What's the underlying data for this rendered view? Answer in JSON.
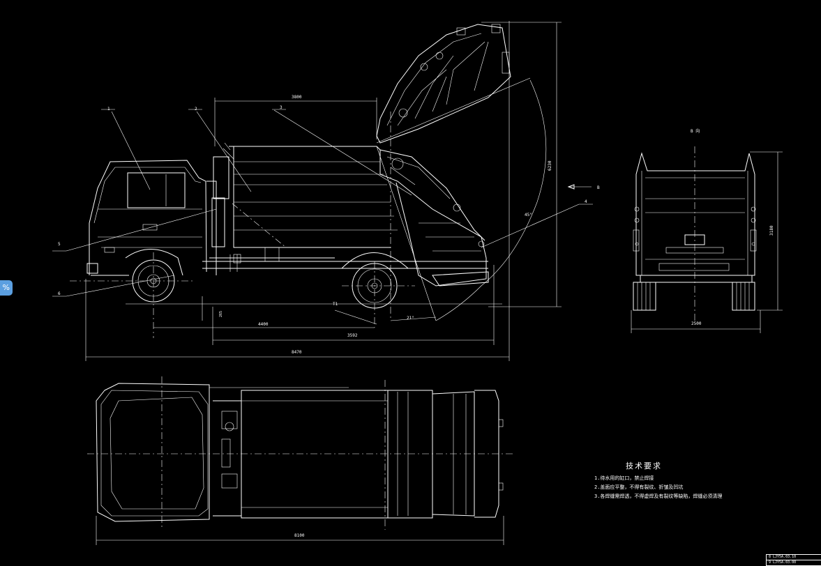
{
  "side_view": {
    "callouts": [
      "1",
      "2",
      "3",
      "4",
      "5",
      "6"
    ],
    "dim_body_length": "3800",
    "dim_wheelbase": "4400",
    "dim_rear": "3592",
    "dim_overall_length": "8470",
    "dim_height": "6230",
    "dim_clearance": "265",
    "angle_lift": "45°",
    "angle_depart": "21°",
    "label_t1": "T1",
    "view_marker": "B"
  },
  "rear_view": {
    "title": "B 向",
    "dim_width": "2500",
    "dim_height": "3180"
  },
  "top_view": {
    "dim_length": "8100"
  },
  "notes": {
    "title": "技术要求",
    "items": [
      "1.待水用的缸口，禁止焊接",
      "2.盖面应平整，不得有裂纹、折皱及凹坑",
      "3.各焊缝需焊透，不得虚焊及有裂纹等缺陷，焊缝必须清理"
    ]
  },
  "title_block": {
    "rows": [
      "8  LJY5A.03.10",
      "9  LJY5A.03.00"
    ]
  },
  "ui": {
    "zoom_tab": "%"
  }
}
